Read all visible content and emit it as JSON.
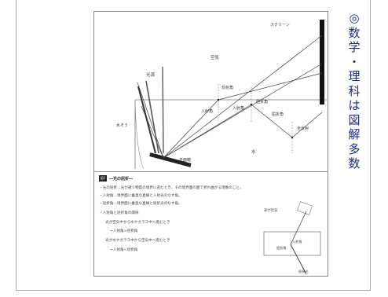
{
  "vertical_title": [
    "◎",
    "数",
    "学",
    "・",
    "理",
    "科",
    "は",
    "図",
    "解",
    "多",
    "数"
  ],
  "diagram": {
    "screen": "スクリーン",
    "light": "光源",
    "air": "空気",
    "water": "水",
    "eye": "水そう",
    "mirror": "平面鏡",
    "refl_angle": "反射角",
    "inc_angle_1": "入射角",
    "inc_angle_2": "入射角",
    "refr_angle": "屈折角",
    "refr_angle_2": "屈折角",
    "total_refl": "全反射"
  },
  "lower": {
    "badge": "図1",
    "heading": "―光の屈折―",
    "lines": [
      "・光の屈折…光が違う物質の境界に進むとき，その境界面の面で折れ曲がる現象のこと。",
      "・入射角…境界面に垂直な直線と入射光のなす角。",
      "・屈折角…境界面に垂直な直線と屈折光のなす角。",
      "・入射角と屈折角の関係",
      "光が空気中から水やガラス中へ進むとき",
      "→入射角>屈折角",
      "光が水やガラス中から空気中へ進むとき",
      "→入射角<屈折角"
    ],
    "fig_labels": {
      "box": "光が空気",
      "inc": "入射角",
      "refr": "屈折角",
      "bottom": "屈折光"
    }
  }
}
